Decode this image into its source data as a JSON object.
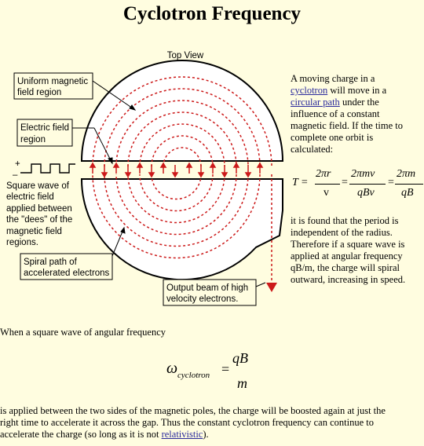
{
  "title": "Cyclotron Frequency",
  "diagram": {
    "top_view": "Top View",
    "uniform_field_1": "Uniform magnetic",
    "uniform_field_2": "field region",
    "electric_field_1": "Electric field",
    "electric_field_2": "region",
    "plus": "+",
    "minus": "–",
    "square_wave_lines": [
      "Square wave of",
      "electric field",
      "applied between",
      "the \"dees\" of the",
      "magnetic field",
      "regions."
    ],
    "spiral_1": "Spiral path of",
    "spiral_2": "accelerated electrons",
    "output_1": "Output beam of high",
    "output_2": "velocity electrons.",
    "colors": {
      "path": "#cc1a1a",
      "stroke": "#000000",
      "background": "#fffde0"
    }
  },
  "intro": {
    "before_link1": "A moving charge in a",
    "link1": "cyclotron",
    "after_link1": " will move in a",
    "link2": "circular path",
    "after_link2": " under the influence of a constant magnetic field. If the time to complete one orbit is calculated:"
  },
  "period_eq": {
    "T": "T =",
    "n1": "2πr",
    "d1": "v",
    "eq1": "=",
    "n2": "2πmv",
    "d2": "qBv",
    "eq2": "=",
    "n3": "2πm",
    "d3": "qB"
  },
  "after_eq": "it is found that the period is independent of the radius. Therefore if a square wave is applied at angular frequency qB/m, the charge will spiral outward, increasing in speed.",
  "square_wave_sentence": "When a square wave of angular frequency",
  "omega_eq": {
    "omega": "ω",
    "sub": "cyclotron",
    "eq": "=",
    "num": "qB",
    "den": "m"
  },
  "closing": {
    "line1": "is applied between the two sides of the magnetic poles, the charge will be boosted again at just the",
    "line2": "right time to accelerate it across the gap. Thus the constant cyclotron frequency can continue to",
    "line3_before": "accelerate the charge (so long as it is not ",
    "link": "relativistic",
    "line3_after": ")."
  }
}
